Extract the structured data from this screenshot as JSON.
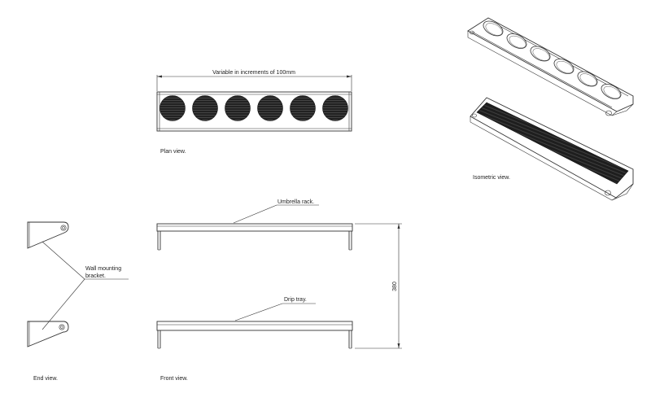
{
  "labels": {
    "variable_dim": "Variable in increments of 100mm",
    "plan_view": "Plan view.",
    "isometric_view": "Isometric view.",
    "umbrella_rack": "Umbrella rack.",
    "wall_bracket_line1": "Wall mounting",
    "wall_bracket_line2": "bracket.",
    "drip_tray": "Drip tray.",
    "height_dim": "380",
    "end_view": "End view.",
    "front_view": "Front view."
  },
  "plan_holes_count": 6,
  "iso_holes_count": 6,
  "colors": {
    "line": "#333333",
    "hole_fill": "#2a2a2a",
    "background": "#ffffff"
  }
}
